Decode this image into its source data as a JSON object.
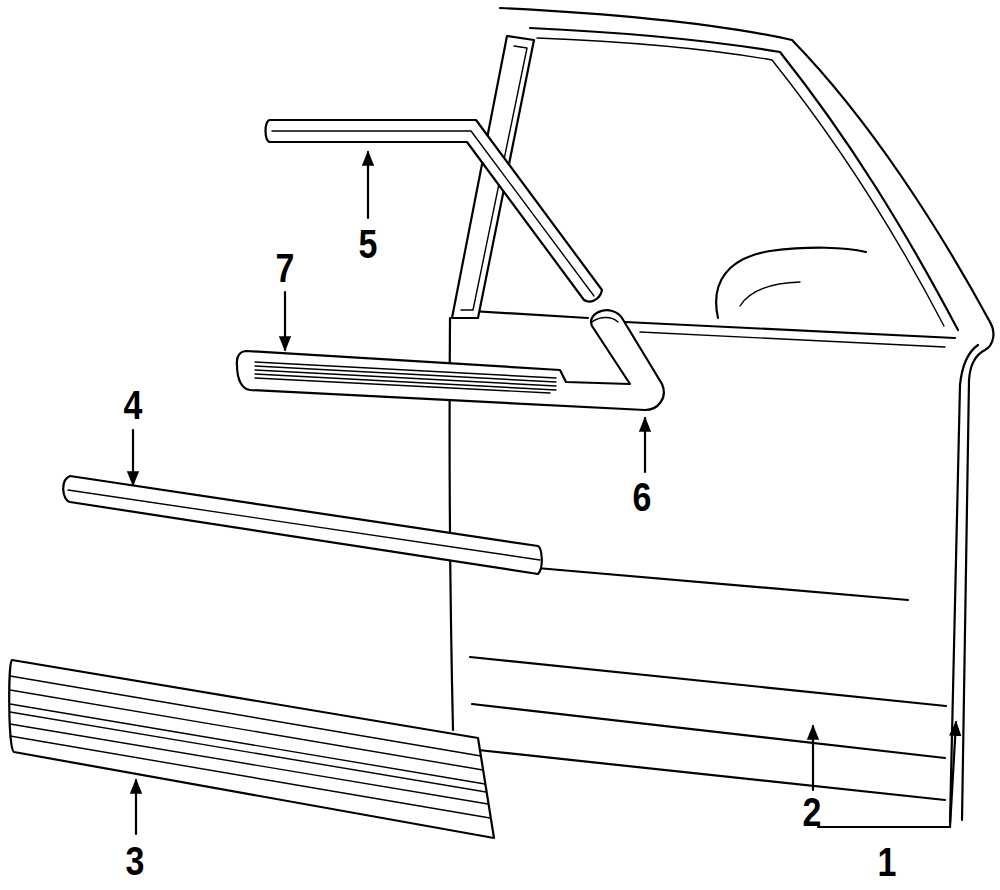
{
  "diagram": {
    "labels": [
      "5",
      "7",
      "4",
      "6",
      "3",
      "2",
      "1"
    ]
  }
}
